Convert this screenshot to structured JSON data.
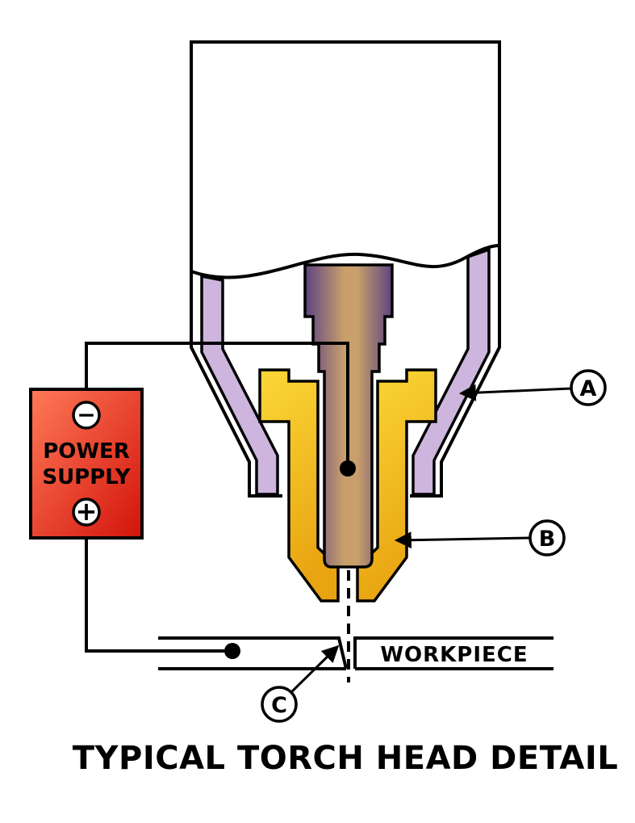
{
  "diagram": {
    "title": "TYPICAL TORCH HEAD DETAIL",
    "power_supply": {
      "line1": "POWER",
      "line2": "SUPPLY",
      "negative_terminal": "−",
      "positive_terminal": "+"
    },
    "workpiece": {
      "label": "WORKPIECE"
    },
    "callouts": {
      "a": {
        "label": "A"
      },
      "b": {
        "label": "B"
      },
      "c": {
        "label": "C"
      }
    },
    "colors": {
      "outline": "#000000",
      "shield_lavender": "#CDB5DD",
      "nozzle_gold_light": "#FBD737",
      "nozzle_gold_dark": "#E8A411",
      "electrode_purple": "#5C4480",
      "electrode_tan": "#C99F6C",
      "power_red_light": "#FF7A58",
      "power_red_dark": "#D2130B"
    }
  }
}
